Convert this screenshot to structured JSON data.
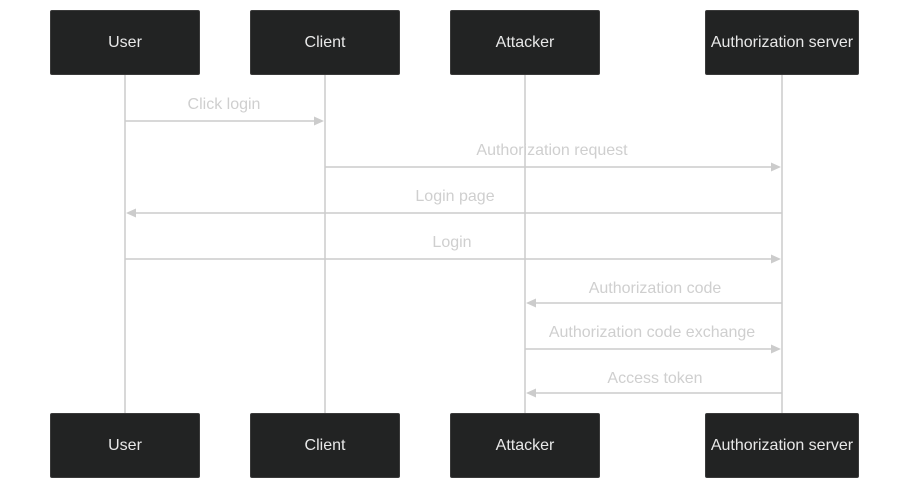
{
  "participants": [
    "User",
    "Client",
    "Attacker",
    "Authorization server"
  ],
  "messages": [
    {
      "from": 0,
      "to": 1,
      "label": "Click login"
    },
    {
      "from": 1,
      "to": 3,
      "label": "Authorization request"
    },
    {
      "from": 3,
      "to": 0,
      "label": "Login page"
    },
    {
      "from": 0,
      "to": 3,
      "label": "Login"
    },
    {
      "from": 3,
      "to": 2,
      "label": "Authorization code"
    },
    {
      "from": 2,
      "to": 3,
      "label": "Authorization code exchange"
    },
    {
      "from": 3,
      "to": 2,
      "label": "Access token"
    }
  ],
  "colors": {
    "actor_fill": "#222323",
    "actor_text": "#e8e8e8",
    "line": "#cccccc",
    "label": "#cfcfcf"
  }
}
